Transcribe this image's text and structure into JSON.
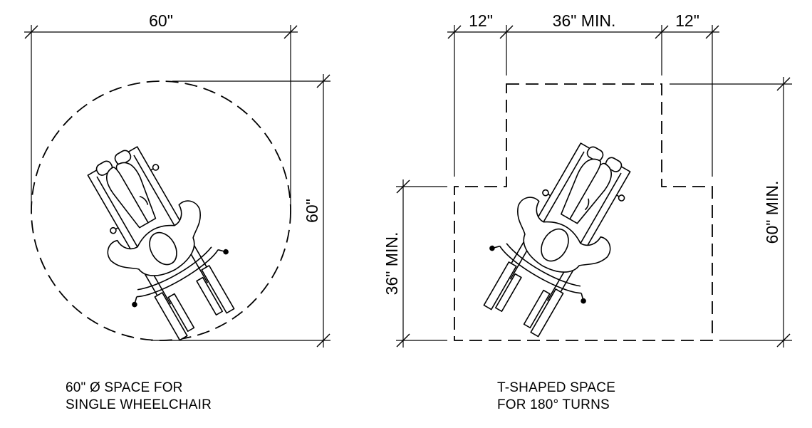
{
  "left_figure": {
    "dim_width": "60\"",
    "dim_height": "60\"",
    "caption": [
      "60\" Ø SPACE FOR",
      "SINGLE WHEELCHAIR"
    ]
  },
  "right_figure": {
    "dim_side_left": "12\"",
    "dim_middle": "36\"  MIN.",
    "dim_side_right": "12\"",
    "dim_lower_height": "36\" MIN.",
    "dim_total_height": "60\" MIN.",
    "caption": [
      "T-SHAPED SPACE",
      "FOR 180° TURNS"
    ]
  },
  "colors": {
    "line": "#000000",
    "background": "#ffffff"
  }
}
